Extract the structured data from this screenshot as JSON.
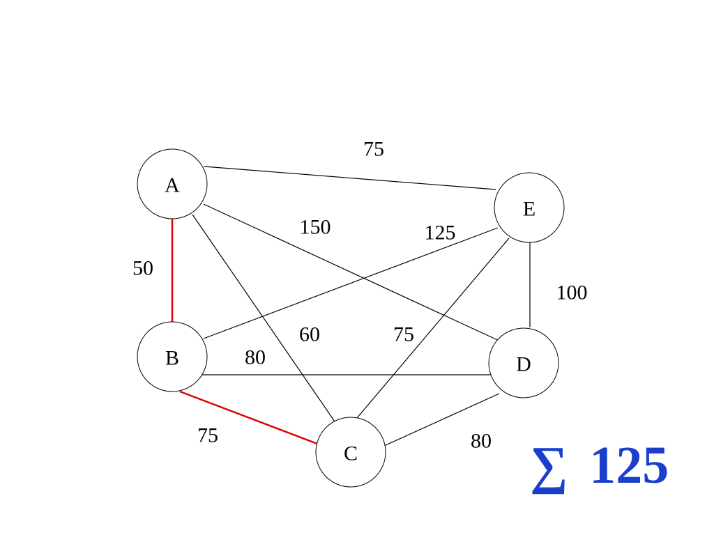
{
  "colors": {
    "edge": "#000000",
    "highlight": "#dd0000",
    "total": "#1a3fcc"
  },
  "nodes": [
    {
      "id": "A",
      "label": "A"
    },
    {
      "id": "B",
      "label": "B"
    },
    {
      "id": "C",
      "label": "C"
    },
    {
      "id": "D",
      "label": "D"
    },
    {
      "id": "E",
      "label": "E"
    }
  ],
  "edges": [
    {
      "from": "A",
      "to": "E",
      "weight": "75",
      "highlighted": false
    },
    {
      "from": "A",
      "to": "D",
      "weight": "150",
      "highlighted": false
    },
    {
      "from": "B",
      "to": "E",
      "weight": "125",
      "highlighted": false
    },
    {
      "from": "A",
      "to": "B",
      "weight": "50",
      "highlighted": true
    },
    {
      "from": "E",
      "to": "D",
      "weight": "100",
      "highlighted": false
    },
    {
      "from": "A",
      "to": "C",
      "weight": "60",
      "highlighted": false
    },
    {
      "from": "E",
      "to": "C",
      "weight": "75",
      "highlighted": false
    },
    {
      "from": "B",
      "to": "D",
      "weight": "80",
      "highlighted": false
    },
    {
      "from": "B",
      "to": "C",
      "weight": "75",
      "highlighted": true
    },
    {
      "from": "C",
      "to": "D",
      "weight": "80",
      "highlighted": false
    }
  ],
  "total": {
    "symbol": "∑",
    "value": "125"
  }
}
